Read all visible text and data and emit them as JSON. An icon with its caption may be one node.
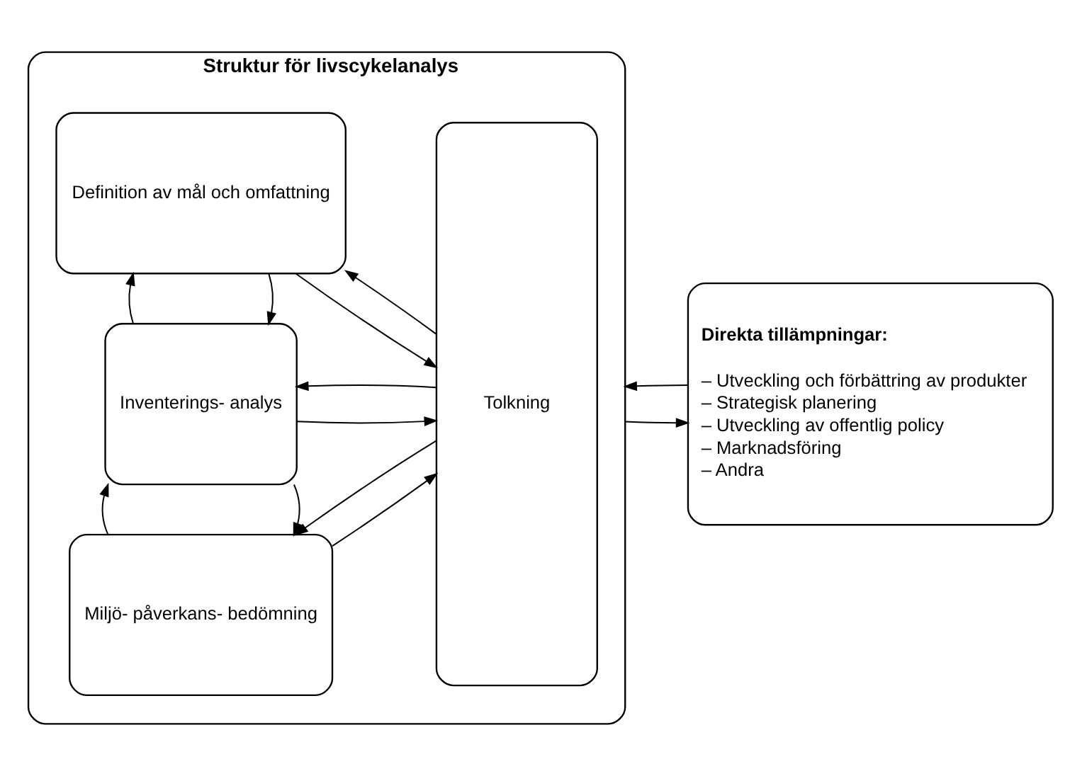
{
  "diagram": {
    "nodes": [
      {
        "text": [
          "Struktur för livscykelanalys"
        ]
      },
      {
        "text": [
          "Definition av mål och omfattning"
        ],
        "in": 0
      },
      {
        "text": [
          "Inventerings- analys"
        ],
        "in": 0
      },
      {
        "text": [
          "Miljö- påverkans- bedömning"
        ],
        "in": 0
      },
      {
        "text": [
          "Tolkning"
        ],
        "in": 0
      },
      {
        "text": [
          "Direkta tillämpningar:",
          "– Utveckling och förbättring av produkter",
          "– Strategisk planering",
          "– Utveckling av offentlig policy",
          "– Marknadsföring",
          "– Andra"
        ]
      }
    ],
    "edges": [
      {
        "from": 1,
        "to": 4,
        "arrow": "to"
      },
      {
        "from": 4,
        "to": 1,
        "arrow": "to"
      },
      {
        "from": 1,
        "to": 2,
        "arrow": "to"
      },
      {
        "from": 2,
        "to": 1,
        "arrow": "to"
      },
      {
        "from": 2,
        "to": 4,
        "arrow": "to"
      },
      {
        "from": 4,
        "to": 2,
        "arrow": "to"
      },
      {
        "from": 2,
        "to": 3,
        "arrow": "to"
      },
      {
        "from": 3,
        "to": 2,
        "arrow": "to"
      },
      {
        "from": 3,
        "to": 4,
        "arrow": "to"
      },
      {
        "from": 4,
        "to": 3,
        "arrow": "to"
      },
      {
        "from": 0,
        "to": 5,
        "arrow": "to"
      },
      {
        "from": 5,
        "to": 0,
        "arrow": "to"
      }
    ]
  }
}
